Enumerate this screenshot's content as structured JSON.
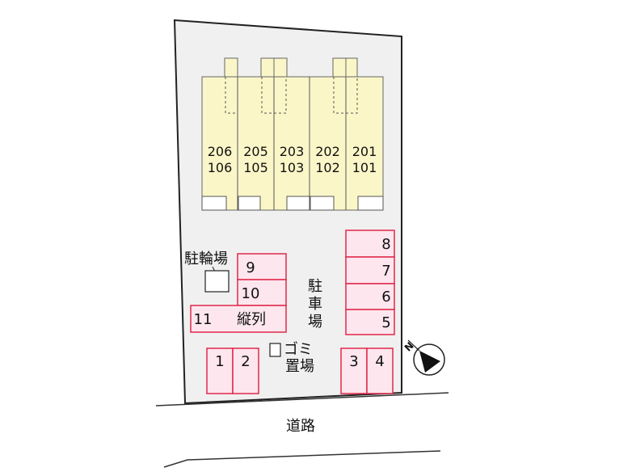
{
  "units": [
    {
      "upper": "206",
      "lower": "106"
    },
    {
      "upper": "205",
      "lower": "105"
    },
    {
      "upper": "203",
      "lower": "103"
    },
    {
      "upper": "202",
      "lower": "102"
    },
    {
      "upper": "201",
      "lower": "101"
    }
  ],
  "bicycle_parking_label": "駐輪場",
  "parking_label": [
    "駐",
    "車",
    "場"
  ],
  "garbage_label": [
    "ゴミ",
    "置場"
  ],
  "road_label": "道路",
  "north_label": "N",
  "parking_spaces": {
    "s1": "1",
    "s2": "2",
    "s3": "3",
    "s4": "4",
    "s5": "5",
    "s6": "6",
    "s7": "7",
    "s8": "8",
    "s9": "9",
    "s10": "10",
    "s11": "11",
    "tandem": "縦列"
  },
  "colors": {
    "lot": "#f0f0f0",
    "building": "#fbf6c8",
    "parking_fill": "#fde6ee",
    "parking_stroke": "#e0284a",
    "outline": "#222222"
  }
}
